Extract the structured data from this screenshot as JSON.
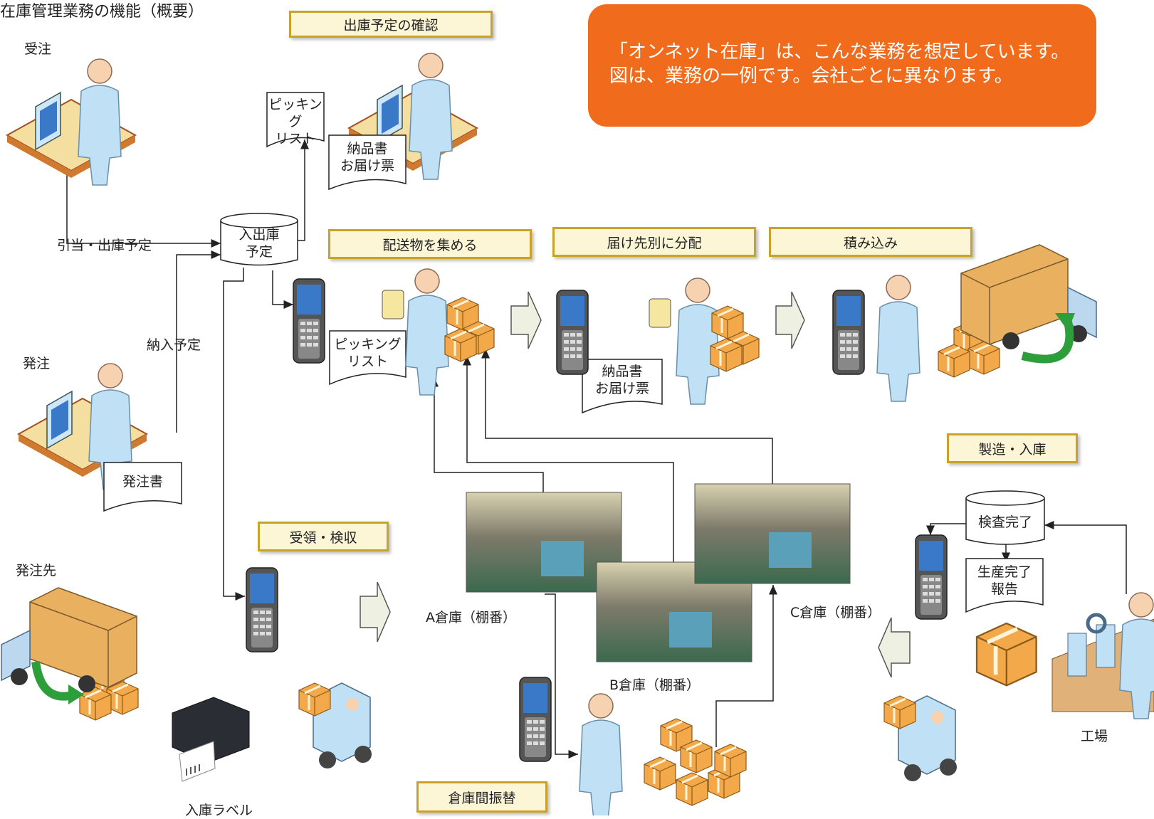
{
  "page_title": "在庫管理業務の機能（概要）",
  "callout": {
    "line1": "「オンネット在庫」は、こんな業務を想定しています。",
    "line2": "図は、業務の一例です。会社ごとに異なります。"
  },
  "steps": {
    "shipping_check": "出庫予定の確認",
    "collect": "配送物を集める",
    "sort": "届け先別に分配",
    "load": "積み込み",
    "receive": "受領・検収",
    "manufacture": "製造・入庫",
    "transfer": "倉庫間振替"
  },
  "labels": {
    "order_received": "受注",
    "order_placed": "発注",
    "supplier": "発注先",
    "allocation": "引当・出庫予定",
    "delivery_plan": "納入予定",
    "warehouse_a": "A倉庫（棚番）",
    "warehouse_b": "B倉庫（棚番）",
    "warehouse_c": "C倉庫（棚番）",
    "factory": "工場",
    "receiving_label": "入庫ラベル"
  },
  "documents": {
    "picking_list_top_1": "ピッキング",
    "picking_list_top_2": "リスト",
    "invoice_top_1": "納品書",
    "invoice_top_2": "お届け票",
    "picking_list_mid_1": "ピッキング",
    "picking_list_mid_2": "リスト",
    "invoice_mid_1": "納品書",
    "invoice_mid_2": "お届け票",
    "purchase_order": "発注書",
    "production_report_1": "生産完了",
    "production_report_2": "報告"
  },
  "databases": {
    "inout_plan_1": "入出庫",
    "inout_plan_2": "予定",
    "inspection_done": "検査完了"
  },
  "colors": {
    "callout_bg": "#f16b1c",
    "step_border": "#c9a227",
    "step_fill": "#fdf6d6",
    "person": "#bfe0f5",
    "box": "#f3a94a",
    "green_arrow": "#2c9e3a"
  }
}
